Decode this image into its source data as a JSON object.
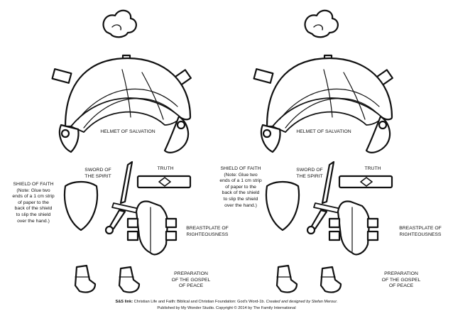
{
  "labels": {
    "helmet": "HELMET OF SALVATION",
    "sword": "SWORD OF\nTHE SPIRIT",
    "truth": "TRUTH",
    "shield": "SHIELD OF FAITH\n(Note: Glue two\nends of a 1 cm strip\nof paper to the\nback of the shield\nto slip the shield\nover the hand.)",
    "breastplate": "BREASTPLATE OF\nRIGHTEOUSNESS",
    "gospel": "PREPARATION\nOF THE GOSPEL\nOF PEACE"
  },
  "footer": {
    "link_label": "S&S link:",
    "link_text": "Christian Life and Faith: Biblical and Christian Foundation: God's Word-1b.",
    "credit": "Created and designed by Stefan Merour.",
    "published": "Published by My Wonder Studio. Copyright © 2014 by The Family International"
  },
  "colors": {
    "ink": "#111111",
    "paper": "#ffffff"
  }
}
